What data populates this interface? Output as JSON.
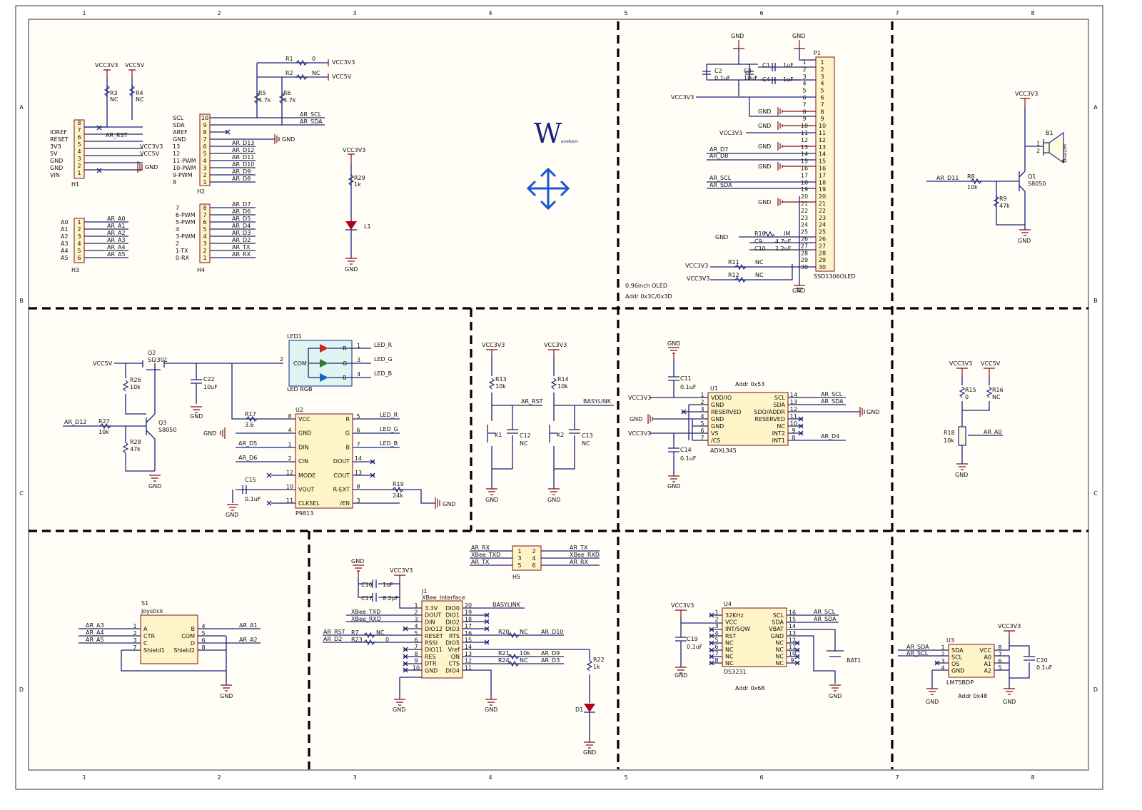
{
  "grid": {
    "cols": [
      "1",
      "2",
      "3",
      "4",
      "5",
      "6",
      "7",
      "8"
    ],
    "rows": [
      "A",
      "B",
      "C",
      "D"
    ]
  },
  "logo": {
    "letter": "W",
    "sub": "avekam"
  },
  "net": {
    "vcc33": "VCC3V3",
    "vcc5": "VCC5V",
    "gnd": "GND"
  },
  "h1": {
    "ref": "H1",
    "labels": [
      "IOREF",
      "RESET",
      "3V3",
      "5V",
      "GND",
      "GND",
      "VIN"
    ],
    "pins": [
      "8",
      "7",
      "6",
      "5",
      "4",
      "3",
      "2",
      "1"
    ],
    "nets": [
      "AR_RST",
      "VCC3V3",
      "VCC5V",
      "GND"
    ],
    "r3": "R3",
    "r3v": "NC",
    "r4": "R4",
    "r4v": "NC"
  },
  "h2": {
    "ref": "H2",
    "labels": [
      "SCL",
      "SDA",
      "AREF",
      "GND",
      "13",
      "12",
      "11-PWM",
      "10-PWM",
      "9-PWM",
      "8"
    ],
    "pins": [
      "10",
      "9",
      "8",
      "7",
      "6",
      "5",
      "4",
      "3",
      "2",
      "1"
    ],
    "nets": [
      "AR_SCL",
      "AR_SDA",
      "GND",
      "AR_D13",
      "AR_D12",
      "AR_D11",
      "AR_D10",
      "AR_D9",
      "AR_D8"
    ]
  },
  "rpull": {
    "r1": "R1",
    "r1v": "0",
    "r2": "R2",
    "r2v": "NC",
    "r5": "R5",
    "r5v": "4.7k",
    "r6": "R6",
    "r6v": "4.7k"
  },
  "h3": {
    "ref": "H3",
    "labels": [
      "A0",
      "A1",
      "A2",
      "A3",
      "A4",
      "A5"
    ],
    "pins": [
      "1",
      "2",
      "3",
      "4",
      "5",
      "6"
    ],
    "nets": [
      "AR_A0",
      "AR_A1",
      "AR_A2",
      "AR_A3",
      "AR_A4",
      "AR_A5"
    ]
  },
  "h4": {
    "ref": "H4",
    "labels": [
      "7",
      "6-PWM",
      "5-PWM",
      "4",
      "3-PWM",
      "2",
      "1-TX",
      "0-RX"
    ],
    "pins": [
      "8",
      "7",
      "6",
      "5",
      "4",
      "3",
      "2",
      "1"
    ],
    "nets": [
      "AR_D7",
      "AR_D6",
      "AR_D5",
      "AR_D4",
      "AR_D3",
      "AR_D2",
      "AR_TX",
      "AR_RX"
    ]
  },
  "led_l1": {
    "r": "R29",
    "rv": "1k",
    "d": "L1"
  },
  "oled": {
    "ref": "P1",
    "name": "SSD1306OLED",
    "note1": "0.96inch OLED",
    "note2": "Addr  0x3C/0x3D",
    "c1": "C1",
    "c1v": "1uF",
    "c2": "C2",
    "c2v": "0.1uF",
    "c3": "C3",
    "c3v": "10uF",
    "c4": "C4",
    "c4v": "1uF",
    "c9": "C9",
    "c9v": "4.7uF",
    "c10": "C10",
    "c10v": "2.2uF",
    "r10": "R10",
    "r10v": "IM",
    "r11": "R11",
    "r11v": "NC",
    "r12": "R12",
    "r12v": "NC",
    "pins": [
      "1",
      "2",
      "3",
      "4",
      "5",
      "6",
      "7",
      "8",
      "9",
      "10",
      "11",
      "12",
      "13",
      "14",
      "15",
      "16",
      "17",
      "18",
      "19",
      "20",
      "21",
      "22",
      "23",
      "24",
      "25",
      "26",
      "27",
      "28",
      "29",
      "30"
    ],
    "nets": [
      "AR_D7",
      "AR_D8",
      "AR_SCL",
      "AR_SDA"
    ]
  },
  "buzzer": {
    "ref": "B1",
    "name": "Buzzer",
    "q": "Q1",
    "qv": "S8050",
    "r8": "R8",
    "r8v": "10k",
    "r9": "R9",
    "r9v": "47k",
    "net": "AR_D11",
    "p1": "1",
    "p2": "2"
  },
  "rgb": {
    "ref": "LED1",
    "name": "LED RGB",
    "com": "COM",
    "pin_com": "2",
    "letters": [
      "R",
      "G",
      "B"
    ],
    "pins": [
      "1",
      "3",
      "4"
    ],
    "nets": [
      "LED_R",
      "LED_G",
      "LED_B"
    ],
    "q2": "Q2",
    "q2v": "SI2301",
    "q3": "Q3",
    "q3v": "S8050",
    "r26": "R26",
    "r26v": "10k",
    "r27": "R27",
    "r27v": "10k",
    "r28": "R28",
    "r28v": "47k",
    "c22": "C22",
    "c22v": "10uF",
    "net_in": "AR_D12"
  },
  "u2": {
    "ref": "U2",
    "name": "P9813",
    "left": [
      "VCC",
      "GND",
      "DIN",
      "CIN",
      "MODE",
      "VOUT",
      "CLKSEL"
    ],
    "lpins": [
      "8",
      "4",
      "1",
      "2",
      "12",
      "10",
      "11"
    ],
    "right": [
      "R",
      "G",
      "B",
      "DOUT",
      "COUT",
      "R-EXT",
      "/EN"
    ],
    "rpins": [
      "5",
      "6",
      "7",
      "14",
      "13",
      "8",
      "3"
    ],
    "nets": [
      "AR_D5",
      "AR_D6",
      "LED_R",
      "LED_G",
      "LED_B"
    ],
    "r17": "R17",
    "r17v": "3.6",
    "r19": "R19",
    "r19v": "24k",
    "c15": "C15",
    "c15v": "0.1uF"
  },
  "keys": {
    "r13": "R13",
    "r13v": "10k",
    "r14": "R14",
    "r14v": "10k",
    "k1": "K1",
    "k2": "K2",
    "c12": "C12",
    "c12v": "NC",
    "c13": "C13",
    "c13v": "NC",
    "n1": "AR_RST",
    "n2": "BASYLINK"
  },
  "adxl": {
    "ref": "U1",
    "name": "ADXL345",
    "addr": "Addr  0x53",
    "left": [
      "VDD/IO",
      "GND",
      "RESERVED",
      "GND",
      "GND",
      "VS",
      "/CS"
    ],
    "lpins": [
      "1",
      "2",
      "3",
      "4",
      "5",
      "6",
      "7"
    ],
    "right": [
      "SCL",
      "SDA",
      "SDO/ADDR",
      "RESERVED",
      "NC",
      "INT2",
      "INT1"
    ],
    "rpins": [
      "14",
      "13",
      "12",
      "11",
      "10",
      "9",
      "8"
    ],
    "c11": "C11",
    "c11v": "0.1uF",
    "c14": "C14",
    "c14v": "0.1uF",
    "nets": [
      "AR_SCL",
      "AR_SDA",
      "AR_D4"
    ]
  },
  "pot": {
    "r15": "R15",
    "r15v": "0",
    "r16": "R16",
    "r16v": "NC",
    "r18": "R18",
    "r18v": "10k",
    "net": "AR_A0"
  },
  "joy": {
    "ref": "S1",
    "name": "Joystick",
    "left": [
      "A",
      "CTR",
      "C",
      "Shield1"
    ],
    "lpins": [
      "1",
      "2",
      "3",
      "7"
    ],
    "right": [
      "B",
      "COM",
      "D",
      "Shield2"
    ],
    "rpins": [
      "4",
      "5",
      "6",
      "8"
    ],
    "nets": [
      "AR_A3",
      "AR_A4",
      "AR_A5",
      "AR_A1",
      "AR_A2"
    ]
  },
  "h5": {
    "ref": "H5",
    "pins": [
      "1",
      "2",
      "3",
      "4",
      "5",
      "6"
    ],
    "lnets": [
      "AR_RX",
      "XBee_TXD",
      "AR_TX"
    ],
    "rnets": [
      "AR_TX",
      "XBee_RXD",
      "AR_RX"
    ]
  },
  "xbee": {
    "ref": "J1",
    "name": "XBee_Interface",
    "left": [
      "3.3V",
      "DOUT",
      "DIN",
      "DIO12",
      "RESET",
      "RSSI",
      "DIO11",
      "RES",
      "DTR",
      "GND"
    ],
    "lpins": [
      "1",
      "2",
      "3",
      "4",
      "5",
      "6",
      "7",
      "8",
      "9",
      "10"
    ],
    "right": [
      "DIO0",
      "DIO1",
      "DIO2",
      "DIO3",
      "RTS",
      "DIO5",
      "Vref",
      "ON",
      "CTS",
      "DIO4"
    ],
    "rpins": [
      "20",
      "19",
      "18",
      "17",
      "16",
      "15",
      "14",
      "13",
      "12",
      "11"
    ],
    "c16": "C16",
    "c16v": "1uF",
    "c17": "C17",
    "c17v": "8.2pF",
    "r7": "R7",
    "r7v": "NC",
    "r23": "R23",
    "r23v": "0",
    "r20": "R20",
    "r20v": "NC",
    "r21": "R21",
    "r21v": "10k",
    "r24": "R24",
    "r24v": "NC",
    "r22": "R22",
    "r22v": "1k",
    "d1": "D1",
    "lnets": [
      "XBee_TXD",
      "XBee_RXD",
      "AR_RST",
      "AR_D2"
    ],
    "rnets": [
      "BASYLINK",
      "AR_D10",
      "AR_D9",
      "AR_D3"
    ]
  },
  "rtc": {
    "ref": "U4",
    "name": "DS3231",
    "addr": "Addr  0x68",
    "left": [
      "32KHz",
      "VCC",
      "INT/SQW",
      "RST",
      "NC",
      "NC",
      "NC",
      "NC"
    ],
    "lpins": [
      "1",
      "2",
      "3",
      "4",
      "5",
      "6",
      "7",
      "8"
    ],
    "right": [
      "SCL",
      "SDA",
      "VBAT",
      "GND",
      "NC",
      "NC",
      "NC",
      "NC"
    ],
    "rpins": [
      "16",
      "15",
      "14",
      "13",
      "12",
      "11",
      "10",
      "9"
    ],
    "c19": "C19",
    "c19v": "0.1uF",
    "bat": "BAT1",
    "nets": [
      "AR_SCL",
      "AR_SDA"
    ]
  },
  "temp": {
    "ref": "U3",
    "name": "LM75BDP",
    "addr": "Addr  0x48",
    "left": [
      "SDA",
      "SCL",
      "OS",
      "GND"
    ],
    "lpins": [
      "1",
      "2",
      "3",
      "4"
    ],
    "right": [
      "VCC",
      "A0",
      "A1",
      "A2"
    ],
    "rpins": [
      "8",
      "7",
      "6",
      "5"
    ],
    "c20": "C20",
    "c20v": "0.1uF",
    "nets": [
      "AR_SDA",
      "AR_SCL"
    ]
  }
}
